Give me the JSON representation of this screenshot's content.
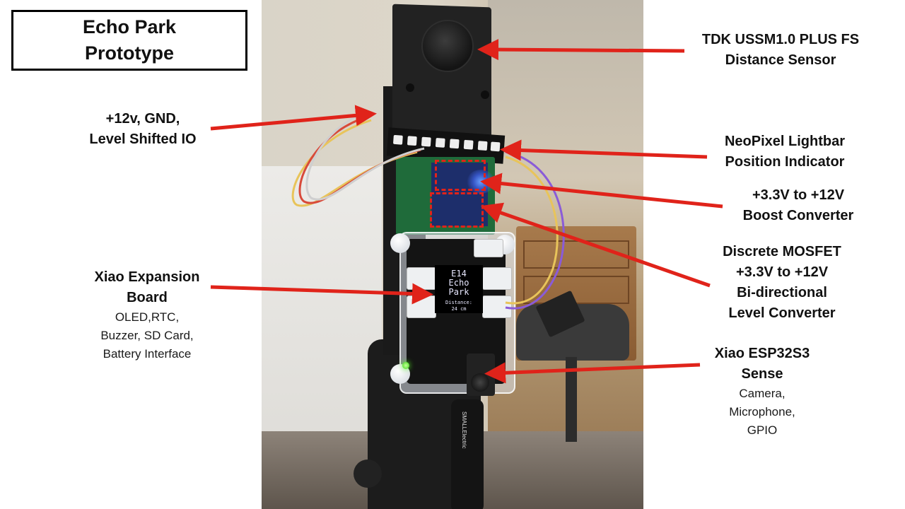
{
  "title": {
    "line1": "Echo Park",
    "line2": "Prototype"
  },
  "colors": {
    "arrow": "#e0231a",
    "title_border": "#000000"
  },
  "labels": {
    "sensor": {
      "line1": "TDK USSM1.0 PLUS FS",
      "line2": "Distance Sensor"
    },
    "power": {
      "line1": "+12v, GND,",
      "line2": "Level Shifted IO"
    },
    "neopixel": {
      "line1": "NeoPixel Lightbar",
      "line2": "Position Indicator"
    },
    "boost": {
      "line1": "+3.3V to +12V",
      "line2": "Boost Converter"
    },
    "mosfet": {
      "line1": "Discrete MOSFET",
      "line2": "+3.3V to +12V",
      "line3": "Bi-directional",
      "line4": "Level Converter"
    },
    "expansion": {
      "line1": "Xiao Expansion",
      "line2": "Board",
      "sub1": "OLED,RTC,",
      "sub2": "Buzzer, SD Card,",
      "sub3": "Battery Interface"
    },
    "esp32": {
      "line1": "Xiao ESP32S3",
      "line2": "Sense",
      "sub1": "Camera,",
      "sub2": "Microphone,",
      "sub3": "GPIO"
    }
  },
  "oled_screen": {
    "line1": "E14",
    "line2": "Echo",
    "line3": "Park",
    "line4": "Distance:",
    "line5": "24 cm"
  },
  "cable_print": "SMALLElectric"
}
